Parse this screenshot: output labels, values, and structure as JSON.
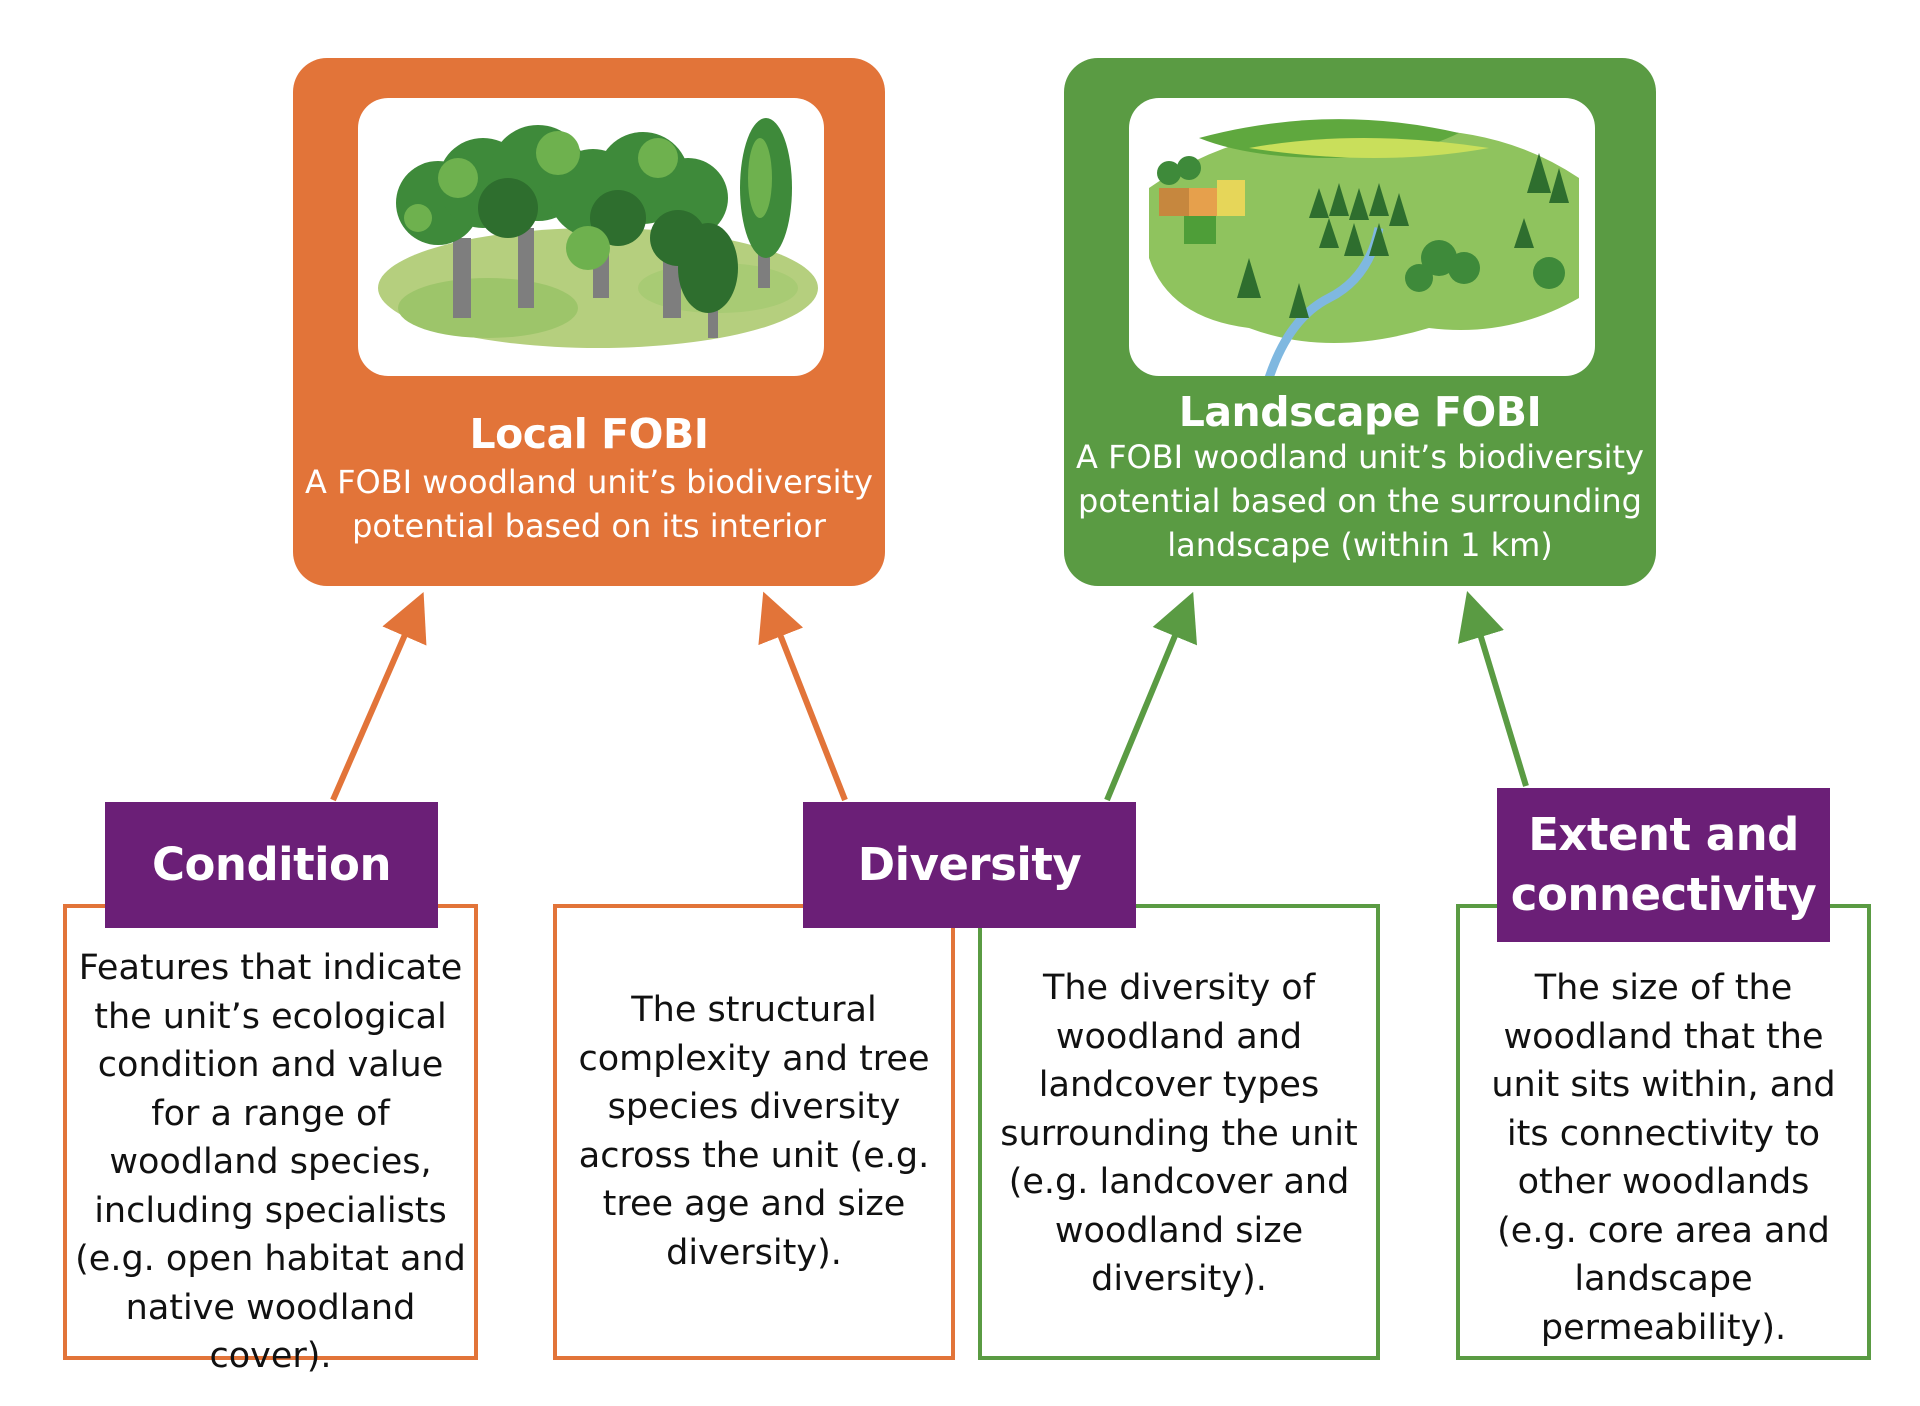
{
  "local": {
    "title": "Local FOBI",
    "subtitle": "A FOBI woodland unit’s biodiversity potential based on its interior",
    "color": "#E27439"
  },
  "landscape": {
    "title": "Landscape FOBI",
    "subtitle": "A FOBI woodland unit’s biodiversity potential based on the surrounding landscape (within 1 km)",
    "color": "#5A9B43"
  },
  "labels": {
    "condition": "Condition",
    "diversity": "Diversity",
    "extent": "Extent and connectivity",
    "color": "#6B1F77"
  },
  "boxes": {
    "condition": "Features that indicate the unit’s ecological condition and value for a range of woodland species, including specialists (e.g. open habitat and native woodland cover).",
    "diversity_local": "The structural complexity and tree species diversity across the unit (e.g. tree age and size diversity).",
    "diversity_landscape": "The diversity of woodland and landcover types surrounding the unit (e.g. landcover and woodland size diversity).",
    "extent": "The size of the woodland that the unit sits within, and its connectivity to other woodlands (e.g. core area and landscape permeability)."
  }
}
